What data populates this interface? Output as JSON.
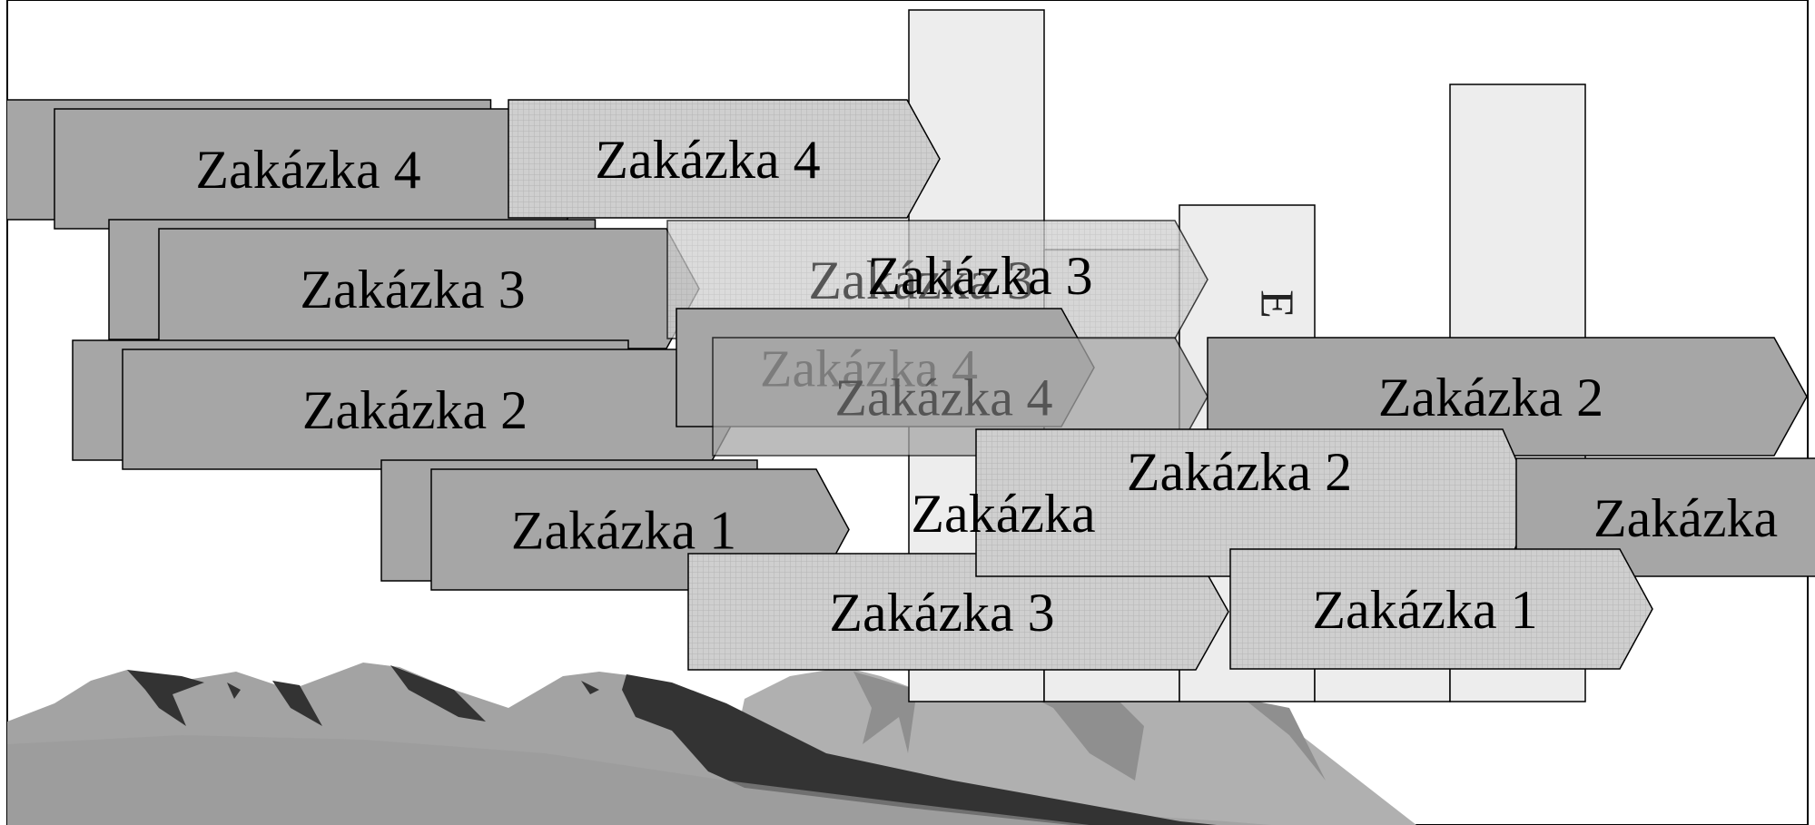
{
  "arrows": [
    {
      "label": "Zakázka 4"
    },
    {
      "label": "Zakázka 3"
    },
    {
      "label": "Zakázka 2"
    },
    {
      "label": "Zakázka 1"
    },
    {
      "label": "Zakázka 4"
    },
    {
      "label": "Zakázka 3"
    },
    {
      "label": "Zakázka 4"
    },
    {
      "label": "Zakázka 4"
    },
    {
      "label": "Zakázka 3"
    },
    {
      "label": "Zakázka 3"
    },
    {
      "label": "Zakázka 2"
    },
    {
      "label": "Zakázka 2"
    },
    {
      "label": "Zakázka"
    },
    {
      "label": "Zakázka 1"
    },
    {
      "label": "Zakázka"
    }
  ],
  "columns": [
    {
      "caption": ""
    },
    {
      "caption": ""
    },
    {
      "caption": "E"
    },
    {
      "caption": ""
    },
    {
      "caption": ""
    }
  ],
  "colors": {
    "arrow_fill": "#a6a6a6",
    "arrow_hatched_fill": "#cfcfcf",
    "column_fill": "#ededed",
    "mountain_light": "#a0a0a0",
    "mountain_dark": "#333333",
    "mountain_mid": "#8a8a8a",
    "frame": "#000000"
  }
}
